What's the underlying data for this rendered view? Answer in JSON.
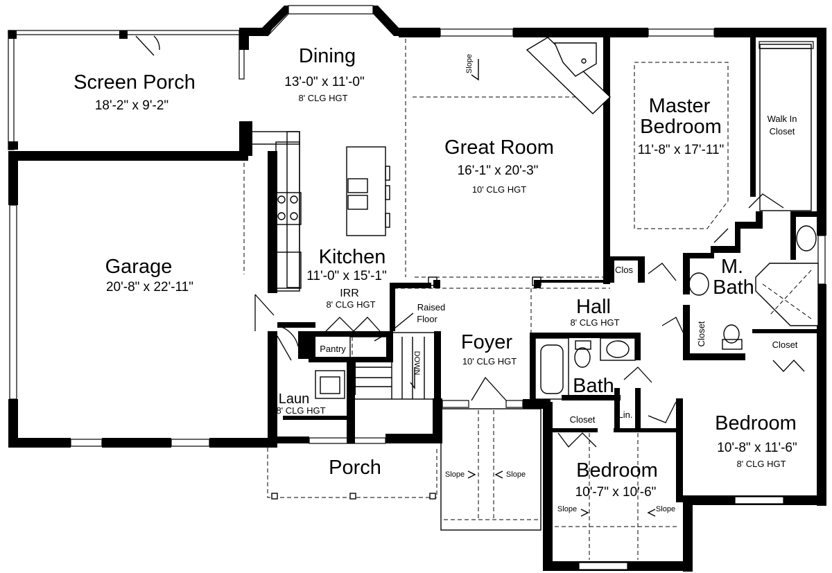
{
  "rooms": {
    "screen_porch": {
      "name": "Screen Porch",
      "dims": "18'-2\" x 9'-2\""
    },
    "dining": {
      "name": "Dining",
      "dims": "13'-0\" x 11'-0\"",
      "ceiling": "8' CLG HGT"
    },
    "great_room": {
      "name": "Great Room",
      "dims": "16'-1\" x 20'-3\"",
      "ceiling": "10' CLG HGT"
    },
    "master_bedroom": {
      "name_line1": "Master",
      "name_line2": "Bedroom",
      "dims": "11'-8\" x 17'-11\""
    },
    "walk_in_closet": {
      "line1": "Walk In",
      "line2": "Closet"
    },
    "garage": {
      "name": "Garage",
      "dims": "20'-8\" x 22'-11\""
    },
    "kitchen": {
      "name": "Kitchen",
      "dims": "11'-0\" x 15'-1\""
    },
    "irr": {
      "name": "IRR",
      "ceiling": "8' CLG HGT"
    },
    "raised_floor": {
      "line1": "Raised",
      "line2": "Floor"
    },
    "pantry": {
      "name": "Pantry"
    },
    "laun": {
      "name": "Laun",
      "ceiling": "8' CLG HGT"
    },
    "foyer": {
      "name": "Foyer",
      "ceiling": "10' CLG HGT"
    },
    "hall": {
      "name": "Hall",
      "ceiling": "8' CLG HGT"
    },
    "bath": {
      "name": "Bath"
    },
    "m_bath": {
      "line1": "M.",
      "line2": "Bath"
    },
    "clos": {
      "name": "Clos"
    },
    "closet_vertical": {
      "name": "Closet"
    },
    "closet_right": {
      "name": "Closet"
    },
    "closet_bed": {
      "name": "Closet"
    },
    "linen": {
      "name": "Lin."
    },
    "bedroom_right": {
      "name": "Bedroom",
      "dims": "10'-8\" x 11'-6\"",
      "ceiling": "8' CLG HGT"
    },
    "bedroom_center": {
      "name": "Bedroom",
      "dims": "10'-7\" x 10'-6\""
    },
    "porch": {
      "name": "Porch"
    }
  },
  "annotations": {
    "down": "DOWN",
    "slope": "Slope"
  }
}
